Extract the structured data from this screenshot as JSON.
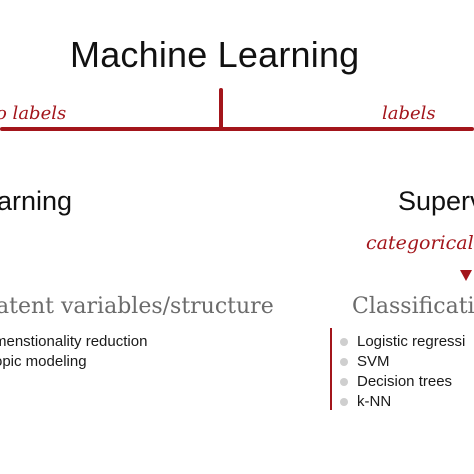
{
  "diagram": {
    "title": "Machine Learning",
    "branches": {
      "left": {
        "edge_label": "o labels",
        "heading": "arning",
        "subheading": "atent variables/structure",
        "items": [
          "menstionality reduction",
          "opic modeling"
        ]
      },
      "right": {
        "edge_label": "labels",
        "heading": "Superv",
        "annotation": "categorical",
        "subheading": "Classificatio",
        "items": [
          "Logistic regressi",
          "SVM",
          "Decision trees",
          "k-NN"
        ]
      }
    },
    "colors": {
      "accent": "#a3151b",
      "text": "#111111",
      "subheading": "#6b6b6b",
      "bullet": "#cfcfcf"
    }
  }
}
